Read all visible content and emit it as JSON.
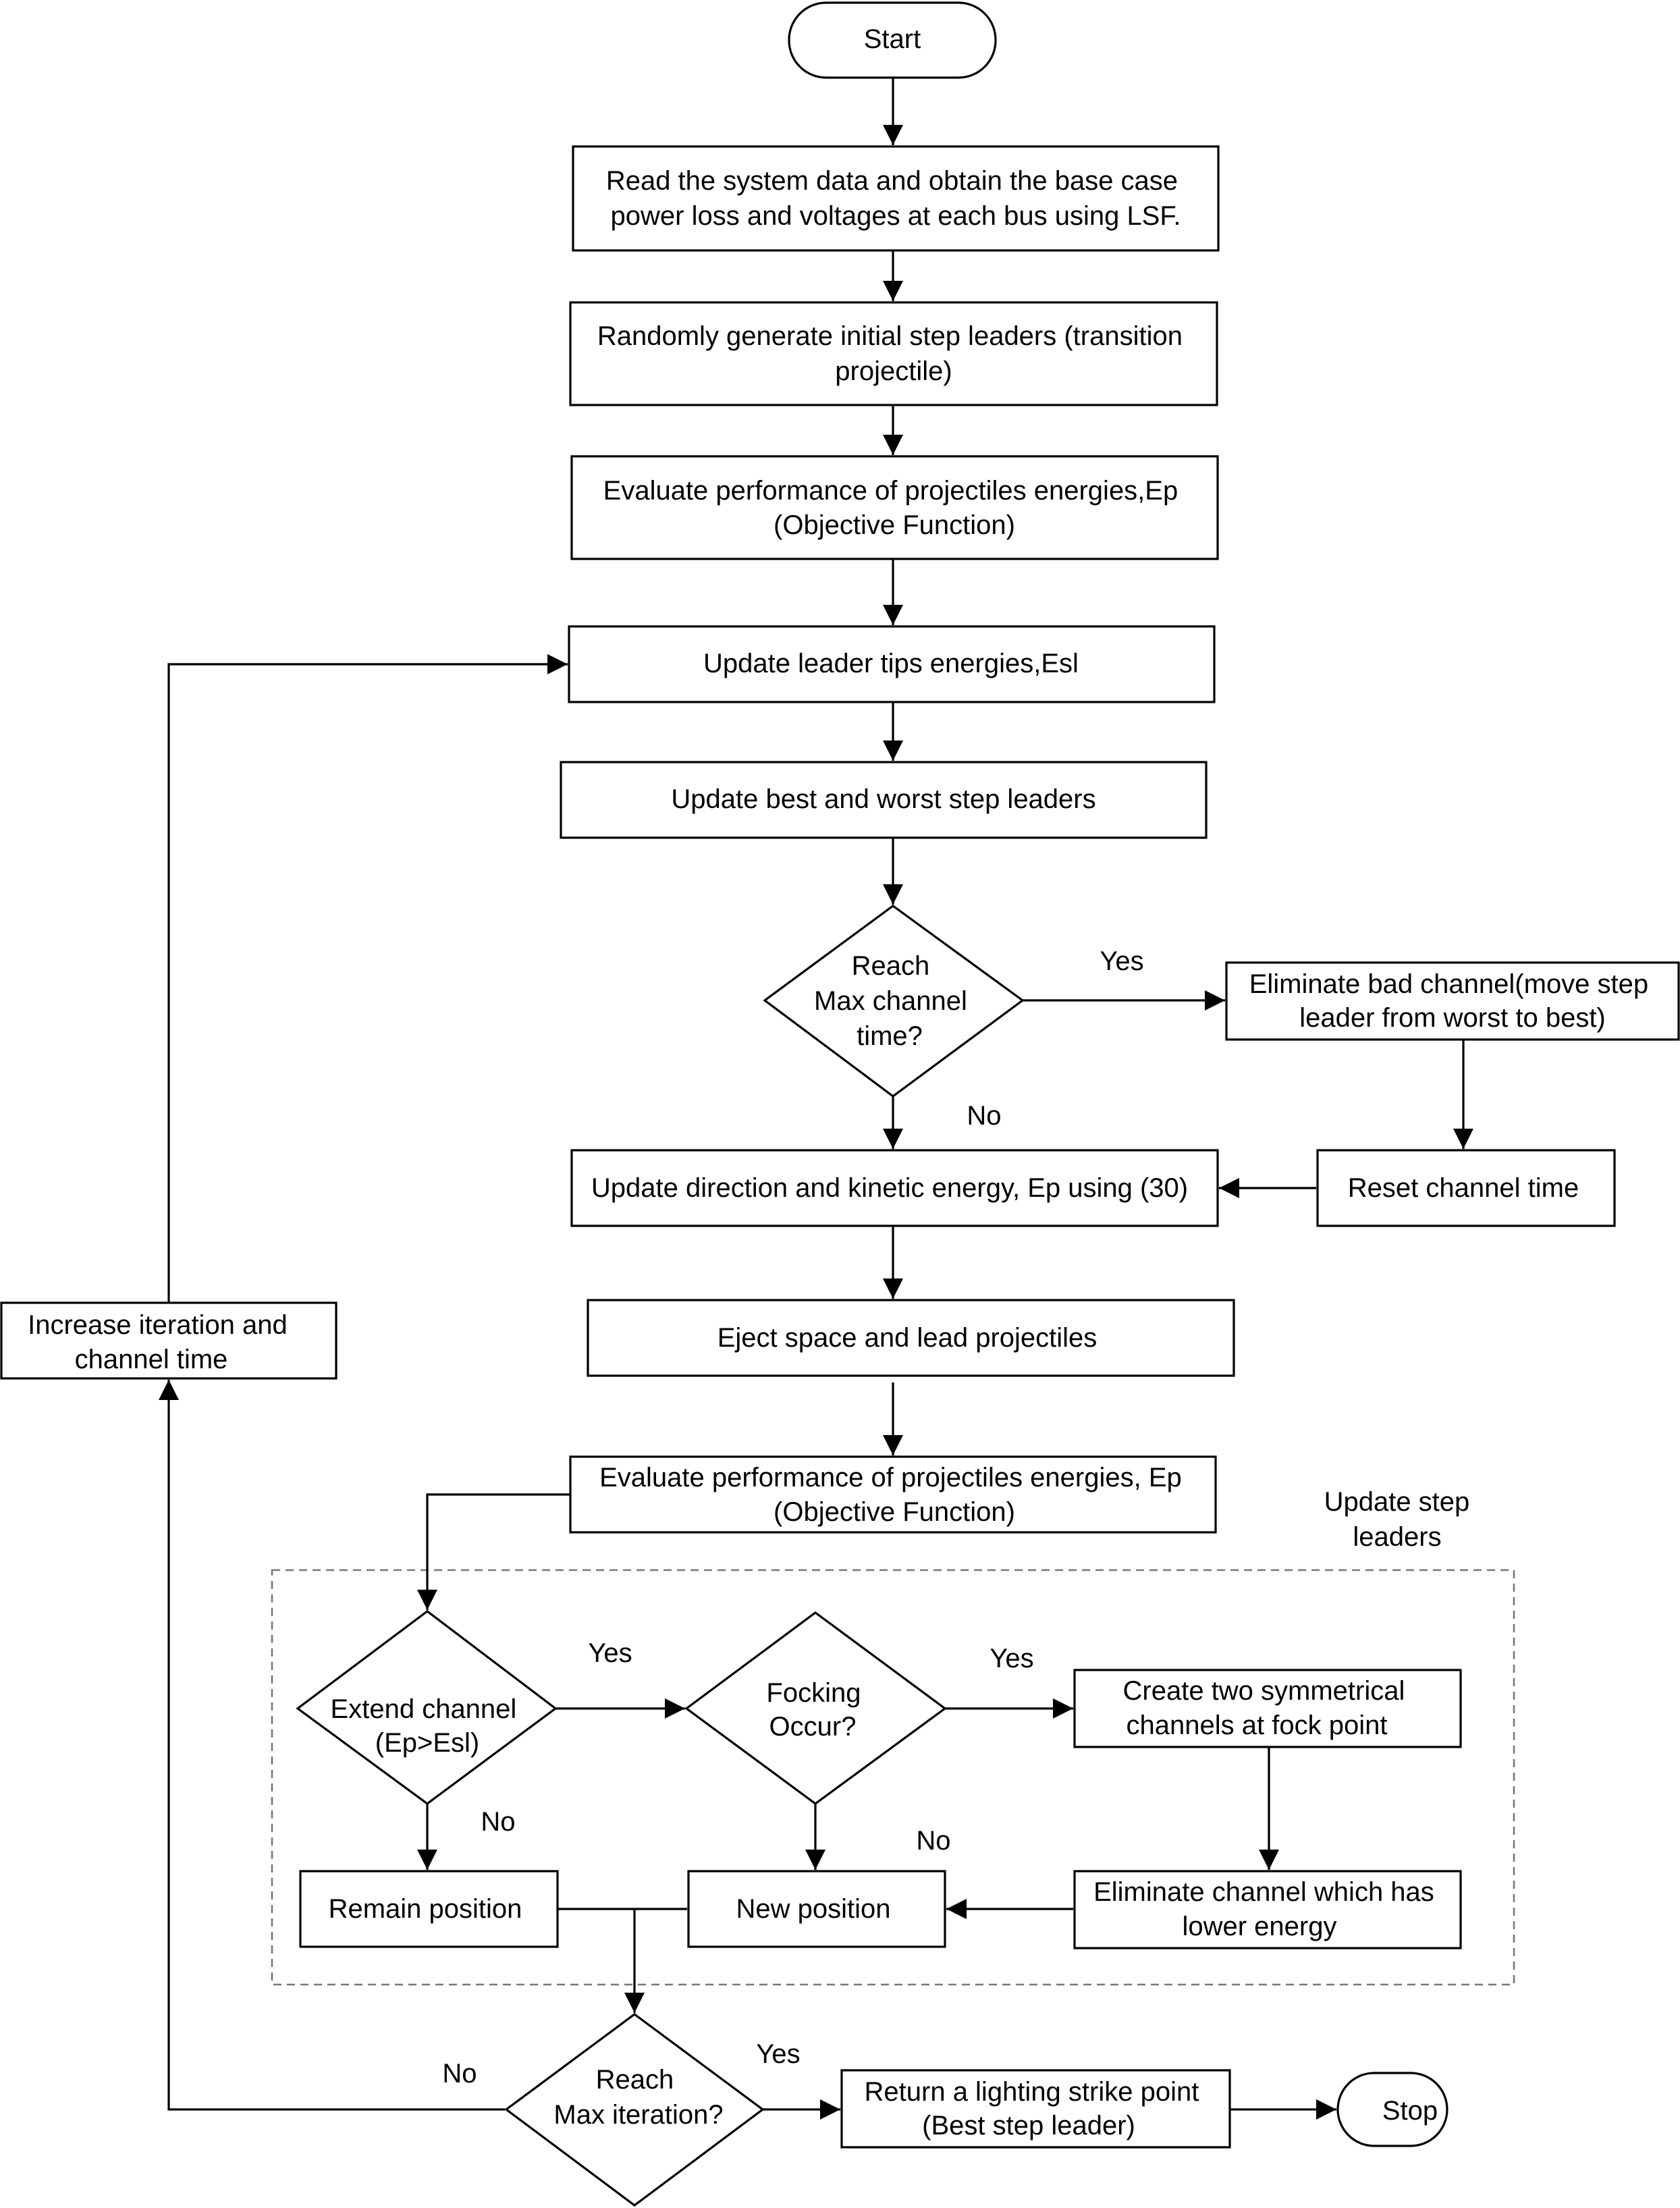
{
  "start": "Start",
  "stop": "Stop",
  "steps": {
    "read_data": [
      "Read the system data and obtain the base case",
      "power loss and voltages at each bus using LSF."
    ],
    "generate_leaders": [
      "Randomly generate initial step leaders (transition",
      "projectile)"
    ],
    "evaluate_1": [
      "Evaluate performance of projectiles energies,Ep",
      "(Objective Function)"
    ],
    "update_tips": [
      "Update leader tips energies,Esl"
    ],
    "update_best_worst": [
      "Update best and worst step leaders"
    ],
    "eliminate_bad": [
      "Eliminate bad channel(move step",
      "leader from worst to best)"
    ],
    "reset_time": [
      "Reset channel time"
    ],
    "update_direction": [
      "Update direction and kinetic energy, Ep using (30)"
    ],
    "eject": [
      "Eject space and lead projectiles"
    ],
    "evaluate_2": [
      "Evaluate performance of projectiles energies, Ep",
      "(Objective Function)"
    ],
    "increase_iteration": [
      "Increase iteration and",
      "channel time"
    ],
    "create_symmetric": [
      "Create two symmetrical",
      "channels at fock point"
    ],
    "eliminate_lower": [
      "Eliminate channel which has",
      "lower energy"
    ],
    "remain_position": [
      "Remain position"
    ],
    "new_position": [
      "New position"
    ],
    "return_point": [
      "Return a lighting strike point",
      "(Best step leader)"
    ]
  },
  "decisions": {
    "max_channel_time": [
      "Reach",
      "Max channel",
      "time?"
    ],
    "extend_channel": [
      "Extend channel",
      "(Ep>Esl)"
    ],
    "forking": [
      "Focking",
      "Occur?"
    ],
    "max_iteration": [
      "Reach",
      "Max iteration?"
    ]
  },
  "group_label": [
    "Update step",
    "leaders"
  ],
  "edge_labels": {
    "channel_yes": "Yes",
    "channel_no": "No",
    "extend_yes": "Yes",
    "extend_no": "No",
    "fork_yes": "Yes",
    "fork_no": "No",
    "iter_yes": "Yes",
    "iter_no": "No"
  }
}
